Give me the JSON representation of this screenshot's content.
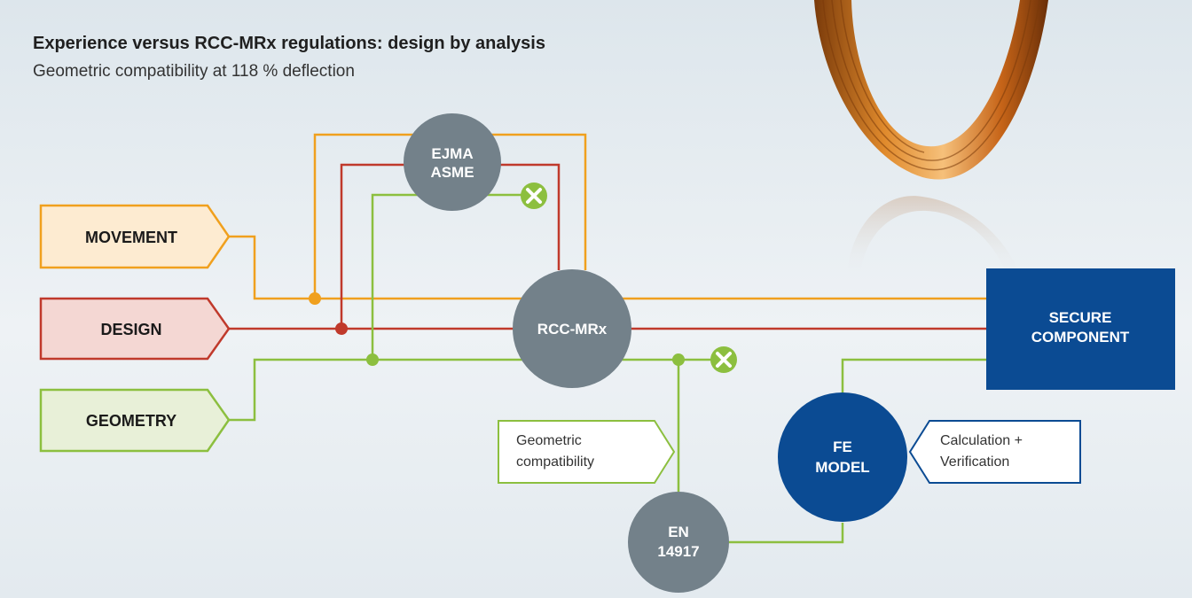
{
  "header": {
    "title": "Experience versus RCC-MRx regulations: design by analysis",
    "subtitle": "Geometric compatibility at 118 %  deflection"
  },
  "inputs": {
    "movement": "MOVEMENT",
    "design": "DESIGN",
    "geometry": "GEOMETRY"
  },
  "nodes": {
    "ejma_line1": "EJMA",
    "ejma_line2": "ASME",
    "rcc": "RCC-MRx",
    "en_line1": "EN",
    "en_line2": "14917",
    "fe_line1": "FE",
    "fe_line2": "MODEL",
    "secure_line1": "SECURE",
    "secure_line2": "COMPONENT"
  },
  "callouts": {
    "geo_line1": "Geometric",
    "geo_line2": "compatibility",
    "calc_line1": "Calculation +",
    "calc_line2": "Verification"
  },
  "colors": {
    "movement": "#f0a01e",
    "design": "#c0392b",
    "geometry": "#8cbf3f",
    "node_grey": "#73818a",
    "navy": "#0b4b93"
  }
}
